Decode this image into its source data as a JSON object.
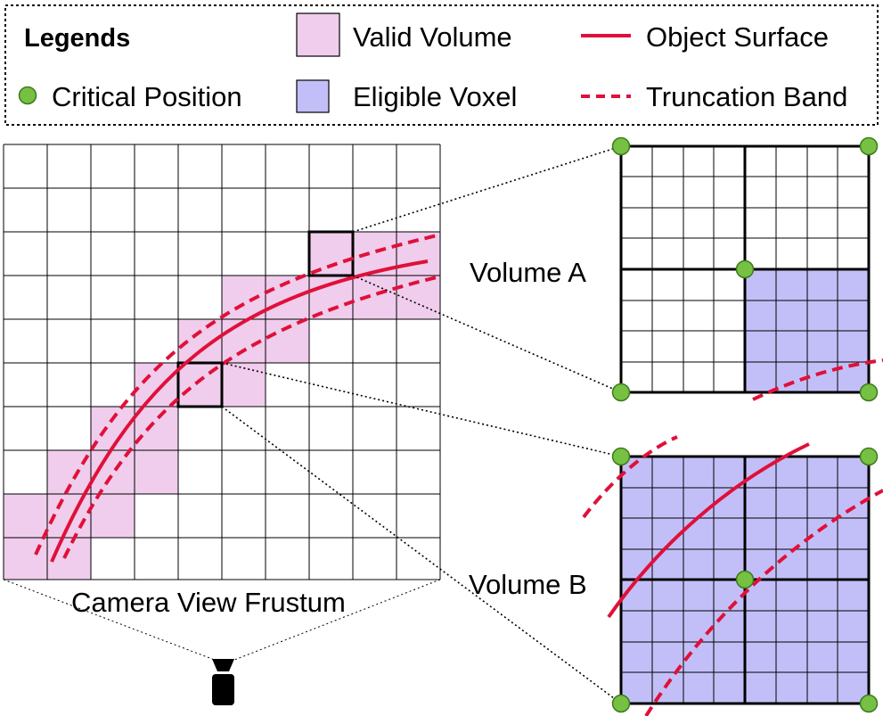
{
  "legend": {
    "title": "Legends",
    "items": [
      {
        "key": "valid_volume",
        "label": "Valid Volume"
      },
      {
        "key": "object_surface",
        "label": "Object Surface"
      },
      {
        "key": "critical_position",
        "label": "Critical Position"
      },
      {
        "key": "eligible_voxel",
        "label": "Eligible Voxel"
      },
      {
        "key": "truncation_band",
        "label": "Truncation Band"
      }
    ]
  },
  "labels": {
    "volume_a": "Volume A",
    "volume_b": "Volume B",
    "frustum": "Camera View Frustum"
  },
  "icons": {
    "camera": "camera-icon",
    "critical_position": "green-dot"
  },
  "colors": {
    "valid_volume": "#f0cdec",
    "eligible_voxel": "#c2bff8",
    "surface": "#e0103a",
    "critical_position": "#76c043",
    "grid": "#000000"
  }
}
